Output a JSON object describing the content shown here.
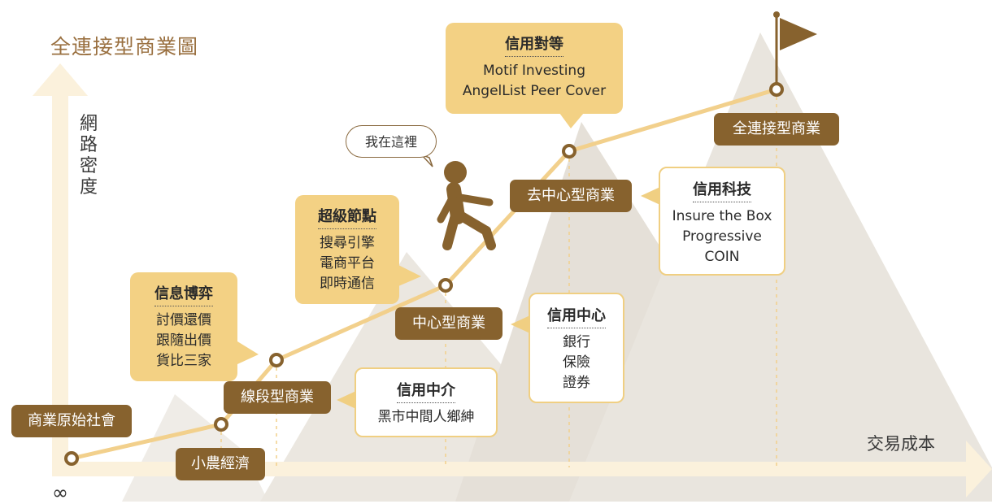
{
  "title": "全連接型商業圖",
  "y_axis_label": "網路密度",
  "x_axis_label": "交易成本",
  "origin_symbol": "∞",
  "speech_bubble": "我在這裡",
  "stages": {
    "s1": "商業原始社會",
    "s2": "小農經濟",
    "s3": "線段型商業",
    "s4": "中心型商業",
    "s5": "去中心型商業",
    "s6": "全連接型商業"
  },
  "boxes": {
    "info_game": {
      "title": "信息博弈",
      "lines": [
        "討價還價",
        "跟隨出價",
        "貨比三家"
      ]
    },
    "super_node": {
      "title": "超級節點",
      "lines": [
        "搜尋引擎",
        "電商平台",
        "即時通信"
      ]
    },
    "credit_peer": {
      "title": "信用對等",
      "lines": [
        "Motif Investing",
        "AngelList Peer Cover"
      ]
    },
    "credit_tech": {
      "title": "信用科技",
      "lines": [
        "Insure the Box",
        "Progressive",
        "COIN"
      ]
    },
    "credit_center": {
      "title": "信用中心",
      "lines": [
        "銀行",
        "保險",
        "證券"
      ]
    },
    "credit_broker": {
      "title": "信用中介",
      "lines": [
        "黑市中間人鄉紳"
      ]
    }
  },
  "colors": {
    "pill_brown": "#87622e",
    "gold": "#f3d184",
    "axis": "#fbf1dc",
    "mountain": "#ebe7e0",
    "title": "#9a7040"
  }
}
